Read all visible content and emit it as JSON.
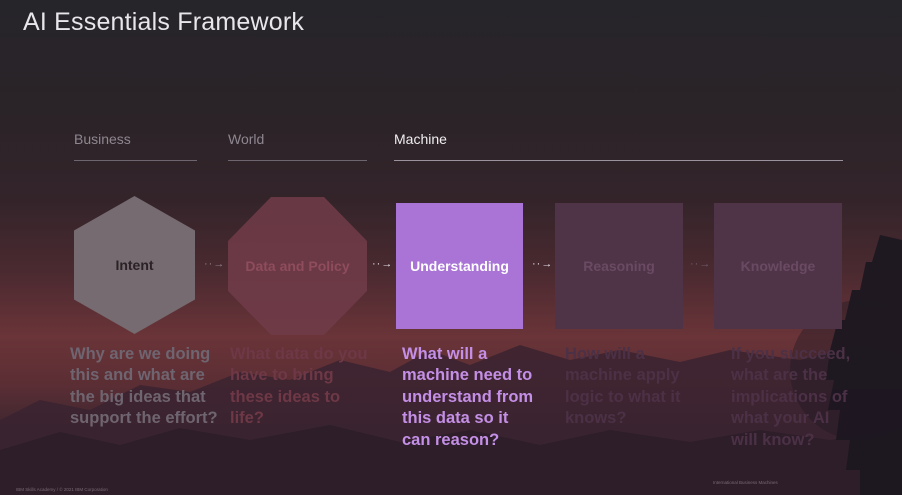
{
  "title": "AI Essentials Framework",
  "categories": [
    {
      "label": "Business"
    },
    {
      "label": "World"
    },
    {
      "label": "Machine"
    }
  ],
  "stages": [
    {
      "label": "Intent",
      "description": "Why are we doing this and what are the big ideas that support the effort?",
      "active": false
    },
    {
      "label": "Data and Policy",
      "description": "What data do you have to bring these ideas to life?",
      "active": false
    },
    {
      "label": "Understanding",
      "description": "What will a machine need to understand from this data so it can reason?",
      "active": true
    },
    {
      "label": "Reasoning",
      "description": "How will a machine apply logic to what it knows?",
      "active": false
    },
    {
      "label": "Knowledge",
      "description": "If you succeed, what are the implications of what your AI will know?",
      "active": false
    }
  ],
  "arrow_glyph": "··→",
  "footer": {
    "left": "IBM Skills Academy / © 2021 IBM Corporation",
    "right": "International Business Machines"
  },
  "colors": {
    "active": "#a974d6",
    "intent": "#756b70",
    "data_policy": "#6f3b48",
    "inactive_square": "#4f3448"
  }
}
